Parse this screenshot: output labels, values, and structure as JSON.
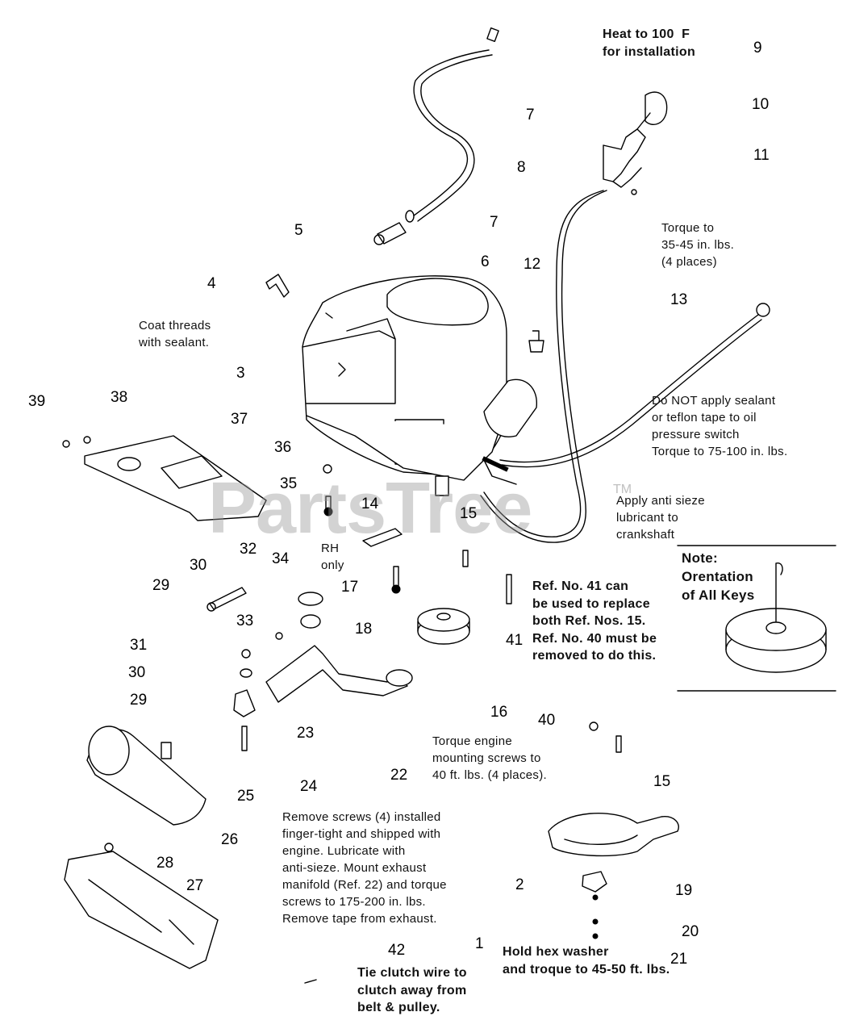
{
  "diagram": {
    "watermark": "PartsTree",
    "trademark": "TM",
    "callouts": [
      {
        "id": "c1",
        "text": "1"
      },
      {
        "id": "c2",
        "text": "2"
      },
      {
        "id": "c3",
        "text": "3"
      },
      {
        "id": "c4",
        "text": "4"
      },
      {
        "id": "c5",
        "text": "5"
      },
      {
        "id": "c6",
        "text": "6"
      },
      {
        "id": "c7a",
        "text": "7"
      },
      {
        "id": "c7b",
        "text": "7"
      },
      {
        "id": "c8",
        "text": "8"
      },
      {
        "id": "c9",
        "text": "9"
      },
      {
        "id": "c10",
        "text": "10"
      },
      {
        "id": "c11",
        "text": "11"
      },
      {
        "id": "c12",
        "text": "12"
      },
      {
        "id": "c13",
        "text": "13"
      },
      {
        "id": "c14",
        "text": "14"
      },
      {
        "id": "c15a",
        "text": "15"
      },
      {
        "id": "c15b",
        "text": "15"
      },
      {
        "id": "c16",
        "text": "16"
      },
      {
        "id": "c17",
        "text": "17"
      },
      {
        "id": "c18",
        "text": "18"
      },
      {
        "id": "c19",
        "text": "19"
      },
      {
        "id": "c20",
        "text": "20"
      },
      {
        "id": "c21",
        "text": "21"
      },
      {
        "id": "c22",
        "text": "22"
      },
      {
        "id": "c23",
        "text": "23"
      },
      {
        "id": "c24",
        "text": "24"
      },
      {
        "id": "c25",
        "text": "25"
      },
      {
        "id": "c26",
        "text": "26"
      },
      {
        "id": "c27",
        "text": "27"
      },
      {
        "id": "c28",
        "text": "28"
      },
      {
        "id": "c29a",
        "text": "29"
      },
      {
        "id": "c29b",
        "text": "29"
      },
      {
        "id": "c30a",
        "text": "30"
      },
      {
        "id": "c30b",
        "text": "30"
      },
      {
        "id": "c31",
        "text": "31"
      },
      {
        "id": "c32",
        "text": "32"
      },
      {
        "id": "c33",
        "text": "33"
      },
      {
        "id": "c34",
        "text": "34"
      },
      {
        "id": "c35",
        "text": "35"
      },
      {
        "id": "c36",
        "text": "36"
      },
      {
        "id": "c37",
        "text": "37"
      },
      {
        "id": "c38",
        "text": "38"
      },
      {
        "id": "c39",
        "text": "39"
      },
      {
        "id": "c40",
        "text": "40"
      },
      {
        "id": "c41",
        "text": "41"
      },
      {
        "id": "c42",
        "text": "42"
      }
    ],
    "notes": {
      "heat": "Heat to 100  F\nfor installation",
      "torque_35": "Torque to\n35-45 in. lbs.\n(4 places)",
      "coat_threads": "Coat threads\nwith sealant.",
      "do_not_apply": "Do NOT apply sealant\nor teflon tape to oil\npressure switch\nTorque to 75-100 in. lbs.",
      "anti_sieze": "Apply anti sieze\nlubricant to\ncrankshaft",
      "rh_only": "RH\nonly",
      "ref41": "Ref. No. 41 can\nbe used to replace\nboth Ref. Nos. 15.\nRef. No. 40 must be\nremoved to do this.",
      "orientation": "Note:\nOrentation\nof All Keys",
      "torque_engine": "Torque engine\nmounting screws to\n40 ft. lbs. (4 places).",
      "remove_screws": "Remove screws (4) installed\nfinger-tight and shipped with\nengine. Lubricate with\nanti-sieze. Mount exhaust\nmanifold (Ref. 22) and torque\nscrews to 175-200 in. lbs.\nRemove tape from exhaust.",
      "hex_washer": "Hold hex washer\nand troque to 45-50 ft. lbs.",
      "tie_clutch": "Tie clutch wire to\nclutch away from\nbelt & pulley."
    }
  }
}
